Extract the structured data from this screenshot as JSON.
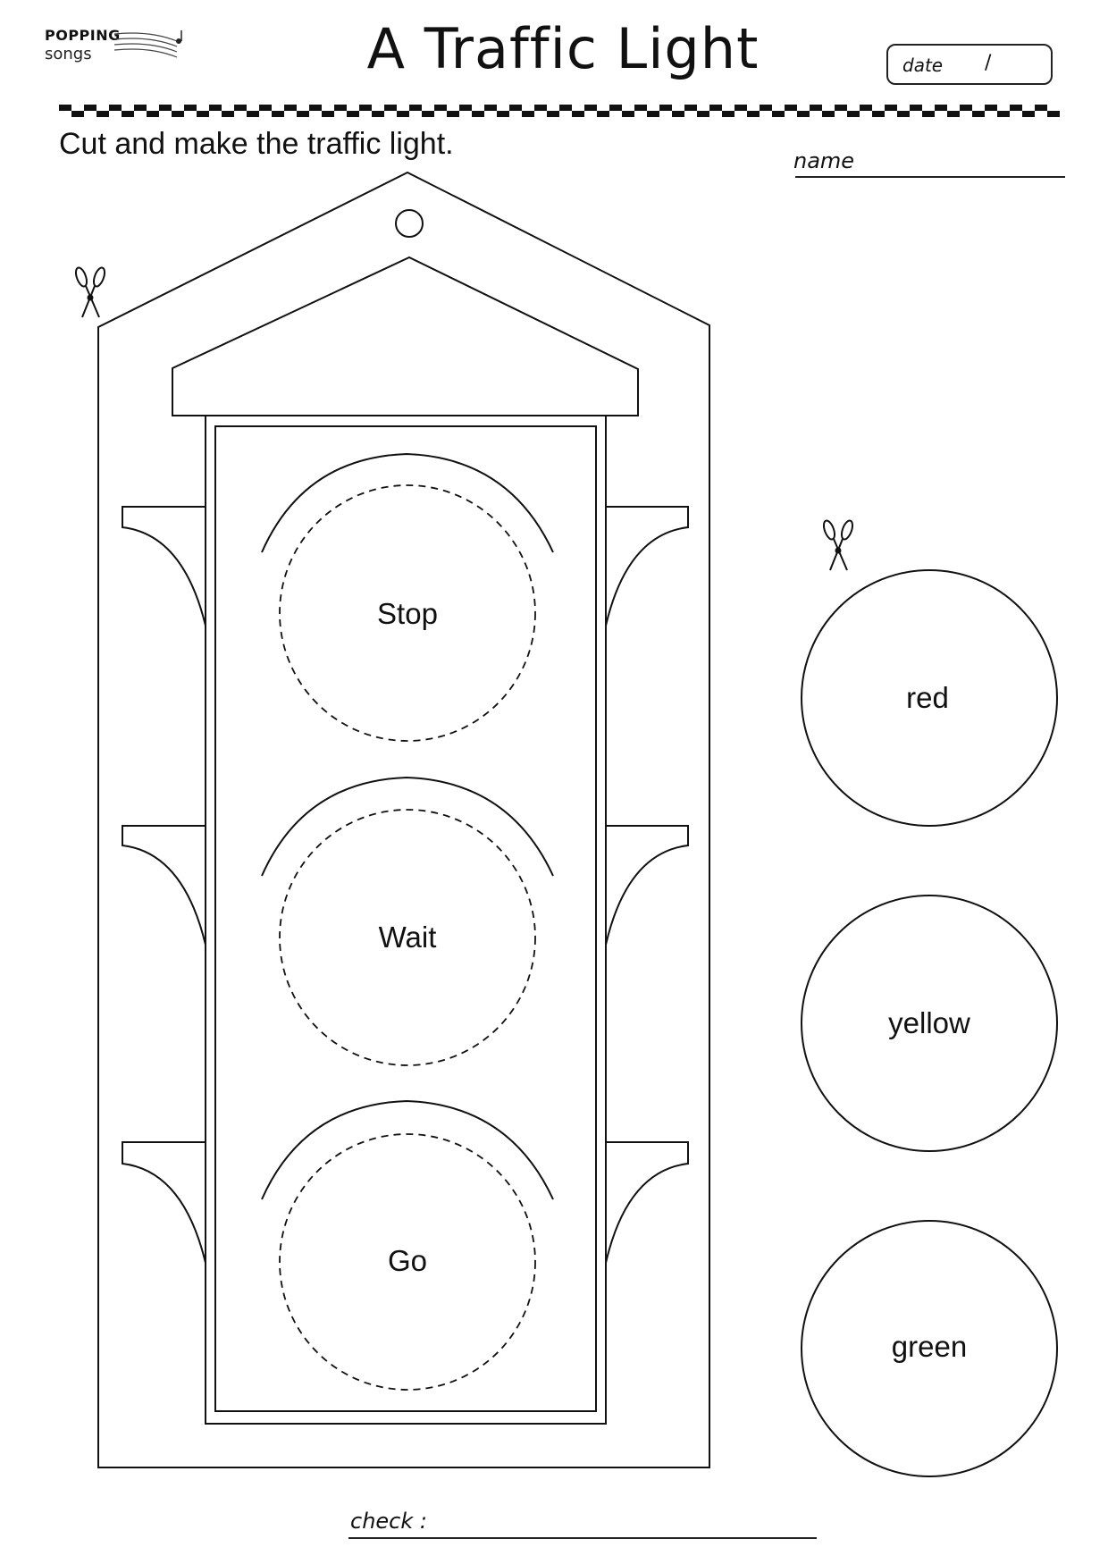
{
  "logo": {
    "line1": "POPPING",
    "line2": "songs"
  },
  "title": "A Traffic Light",
  "date": {
    "label": "date",
    "separator": "/"
  },
  "instruction": "Cut and make the traffic light.",
  "name_label": "name",
  "check_label": "check :",
  "traffic_light": {
    "lights": [
      {
        "label": "Stop"
      },
      {
        "label": "Wait"
      },
      {
        "label": "Go"
      }
    ]
  },
  "cutout_circles": [
    {
      "label": "red"
    },
    {
      "label": "yellow"
    },
    {
      "label": "green"
    }
  ],
  "icons": [
    "scissors-icon",
    "scissors-icon"
  ]
}
